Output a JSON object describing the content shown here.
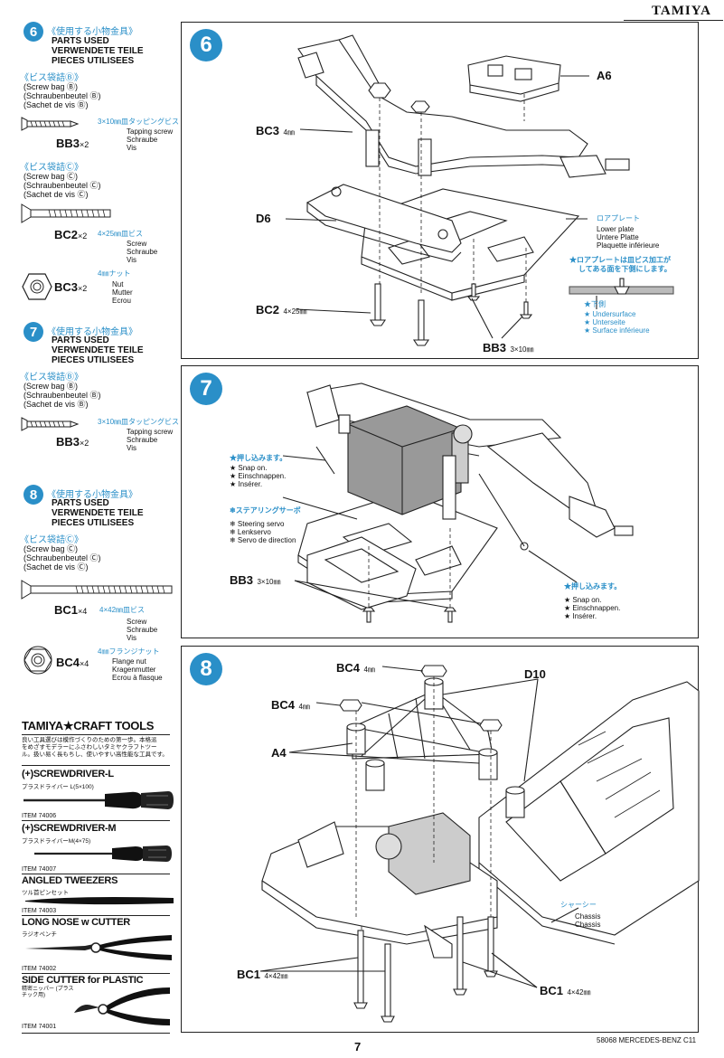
{
  "brand": "TAMIYA",
  "page_number": "7",
  "footer_ref": "58068 MERCEDES-BENZ C11",
  "sidebar": {
    "step6": {
      "num": "6",
      "title_jp": "《使用する小物金具》",
      "parts_en": "PARTS USED",
      "parts_de": "VERWENDETE TEILE",
      "parts_fr": "PIECES UTILISEES",
      "bagB": {
        "jp": "《ビス袋詰Ⓑ》",
        "en": "(Screw bag Ⓑ)",
        "de": "(Schraubenbeutel Ⓑ)",
        "fr": "(Sachet de vis Ⓑ)"
      },
      "bb3": {
        "code": "BB3",
        "qty": "×2",
        "size": "3×10㎜皿タッピングビス",
        "en": "Tapping screw",
        "de": "Schraube",
        "fr": "Vis"
      },
      "bagC": {
        "jp": "《ビス袋詰Ⓒ》",
        "en": "(Screw bag Ⓒ)",
        "de": "(Schraubenbeutel Ⓒ)",
        "fr": "(Sachet de vis Ⓒ)"
      },
      "bc2": {
        "code": "BC2",
        "qty": "×2",
        "size": "4×25㎜皿ビス",
        "en": "Screw",
        "de": "Schraube",
        "fr": "Vis"
      },
      "bc3": {
        "code": "BC3",
        "qty": "×2",
        "size": "4㎜ナット",
        "en": "Nut",
        "de": "Mutter",
        "fr": "Ecrou"
      }
    },
    "step7": {
      "num": "7",
      "title_jp": "《使用する小物金具》",
      "parts_en": "PARTS USED",
      "parts_de": "VERWENDETE TEILE",
      "parts_fr": "PIECES UTILISEES",
      "bagB": {
        "jp": "《ビス袋詰Ⓑ》",
        "en": "(Screw bag Ⓑ)",
        "de": "(Schraubenbeutel Ⓑ)",
        "fr": "(Sachet de vis Ⓑ)"
      },
      "bb3": {
        "code": "BB3",
        "qty": "×2",
        "size": "3×10㎜皿タッピングビス",
        "en": "Tapping screw",
        "de": "Schraube",
        "fr": "Vis"
      }
    },
    "step8": {
      "num": "8",
      "title_jp": "《使用する小物金具》",
      "parts_en": "PARTS USED",
      "parts_de": "VERWENDETE TEILE",
      "parts_fr": "PIECES UTILISEES",
      "bagC": {
        "jp": "《ビス袋詰Ⓒ》",
        "en": "(Screw bag Ⓒ)",
        "de": "(Schraubenbeutel Ⓒ)",
        "fr": "(Sachet de vis Ⓒ)"
      },
      "bc1": {
        "code": "BC1",
        "qty": "×4",
        "size": "4×42㎜皿ビス",
        "en": "Screw",
        "de": "Schraube",
        "fr": "Vis"
      },
      "bc4": {
        "code": "BC4",
        "qty": "×4",
        "size": "4㎜フランジナット",
        "en": "Flange nut",
        "de": "Kragenmutter",
        "fr": "Ecrou à flasque"
      }
    },
    "craft": {
      "title": "TAMIYA★CRAFT TOOLS",
      "desc1": "良い工具選びは模作づくりのための第一歩。本格派",
      "desc2": "をめざすモデラーにふさわしいタミヤクラフトツー",
      "desc3": "ル。扱い易く長もちし、使いやすい高性能な工具です。",
      "tools": [
        {
          "name": "(+)SCREWDRIVER-L",
          "jp": "プラスドライバー L(5×100)",
          "item": "ITEM 74006"
        },
        {
          "name": "(+)SCREWDRIVER-M",
          "jp": "プラスドライバーM(4×75)",
          "item": "ITEM 74007"
        },
        {
          "name": "ANGLED TWEEZERS",
          "jp": "ツル首ピンセット",
          "item": "ITEM 74003"
        },
        {
          "name": "LONG NOSE w CUTTER",
          "jp": "ラジオペンチ",
          "item": "ITEM 74002"
        },
        {
          "name": "SIDE CUTTER for PLASTIC",
          "jp": "精密ニッパー (プラスチック用)",
          "item": "ITEM 74001"
        }
      ]
    }
  },
  "panel6": {
    "num": "6",
    "label_a6": "A6",
    "label_bc3": "BC3",
    "bc3_size": "4㎜",
    "label_d6": "D6",
    "lower_plate_jp": "ロアプレート",
    "lower_plate_en": "Lower plate",
    "lower_plate_de": "Untere Platte",
    "lower_plate_fr": "Plaquette inférieure",
    "note_jp1": "★ロアプレートは皿ビス加工が",
    "note_jp2": "してある面を下側にします。",
    "under_jp": "★下側",
    "under_en": "★ Undersurface",
    "under_de": "★ Unterseite",
    "under_fr": "★ Surface inférieure",
    "label_bc2": "BC2",
    "bc2_size": "4×25㎜",
    "label_bb3": "BB3",
    "bb3_size": "3×10㎜"
  },
  "panel7": {
    "num": "7",
    "snap_jp": "★押し込みます。",
    "snap_en": "★ Snap on.",
    "snap_de": "★ Einschnappen.",
    "snap_fr": "★ Insérer.",
    "servo_jp": "❄ステアリングサーボ",
    "servo_en": "❄ Steering servo",
    "servo_de": "❄ Lenkservo",
    "servo_fr": "❄ Servo de direction",
    "label_bb3": "BB3",
    "bb3_size": "3×10㎜",
    "snap2_jp": "★押し込みます。",
    "snap2_en": "★ Snap on.",
    "snap2_de": "★ Einschnappen.",
    "snap2_fr": "★ Insérer."
  },
  "panel8": {
    "num": "8",
    "label_bc4_top": "BC4",
    "bc4_top_size": "4㎜",
    "label_d10": "D10",
    "label_bc4_left": "BC4",
    "bc4_left_size": "4㎜",
    "label_a4": "A4",
    "chassis_jp": "シャーシー",
    "chassis_en": "Chassis",
    "chassis_de": "Chassis",
    "label_bc1_left": "BC1",
    "bc1_left_size": "4×42㎜",
    "label_bc1_right": "BC1",
    "bc1_right_size": "4×42㎜"
  }
}
